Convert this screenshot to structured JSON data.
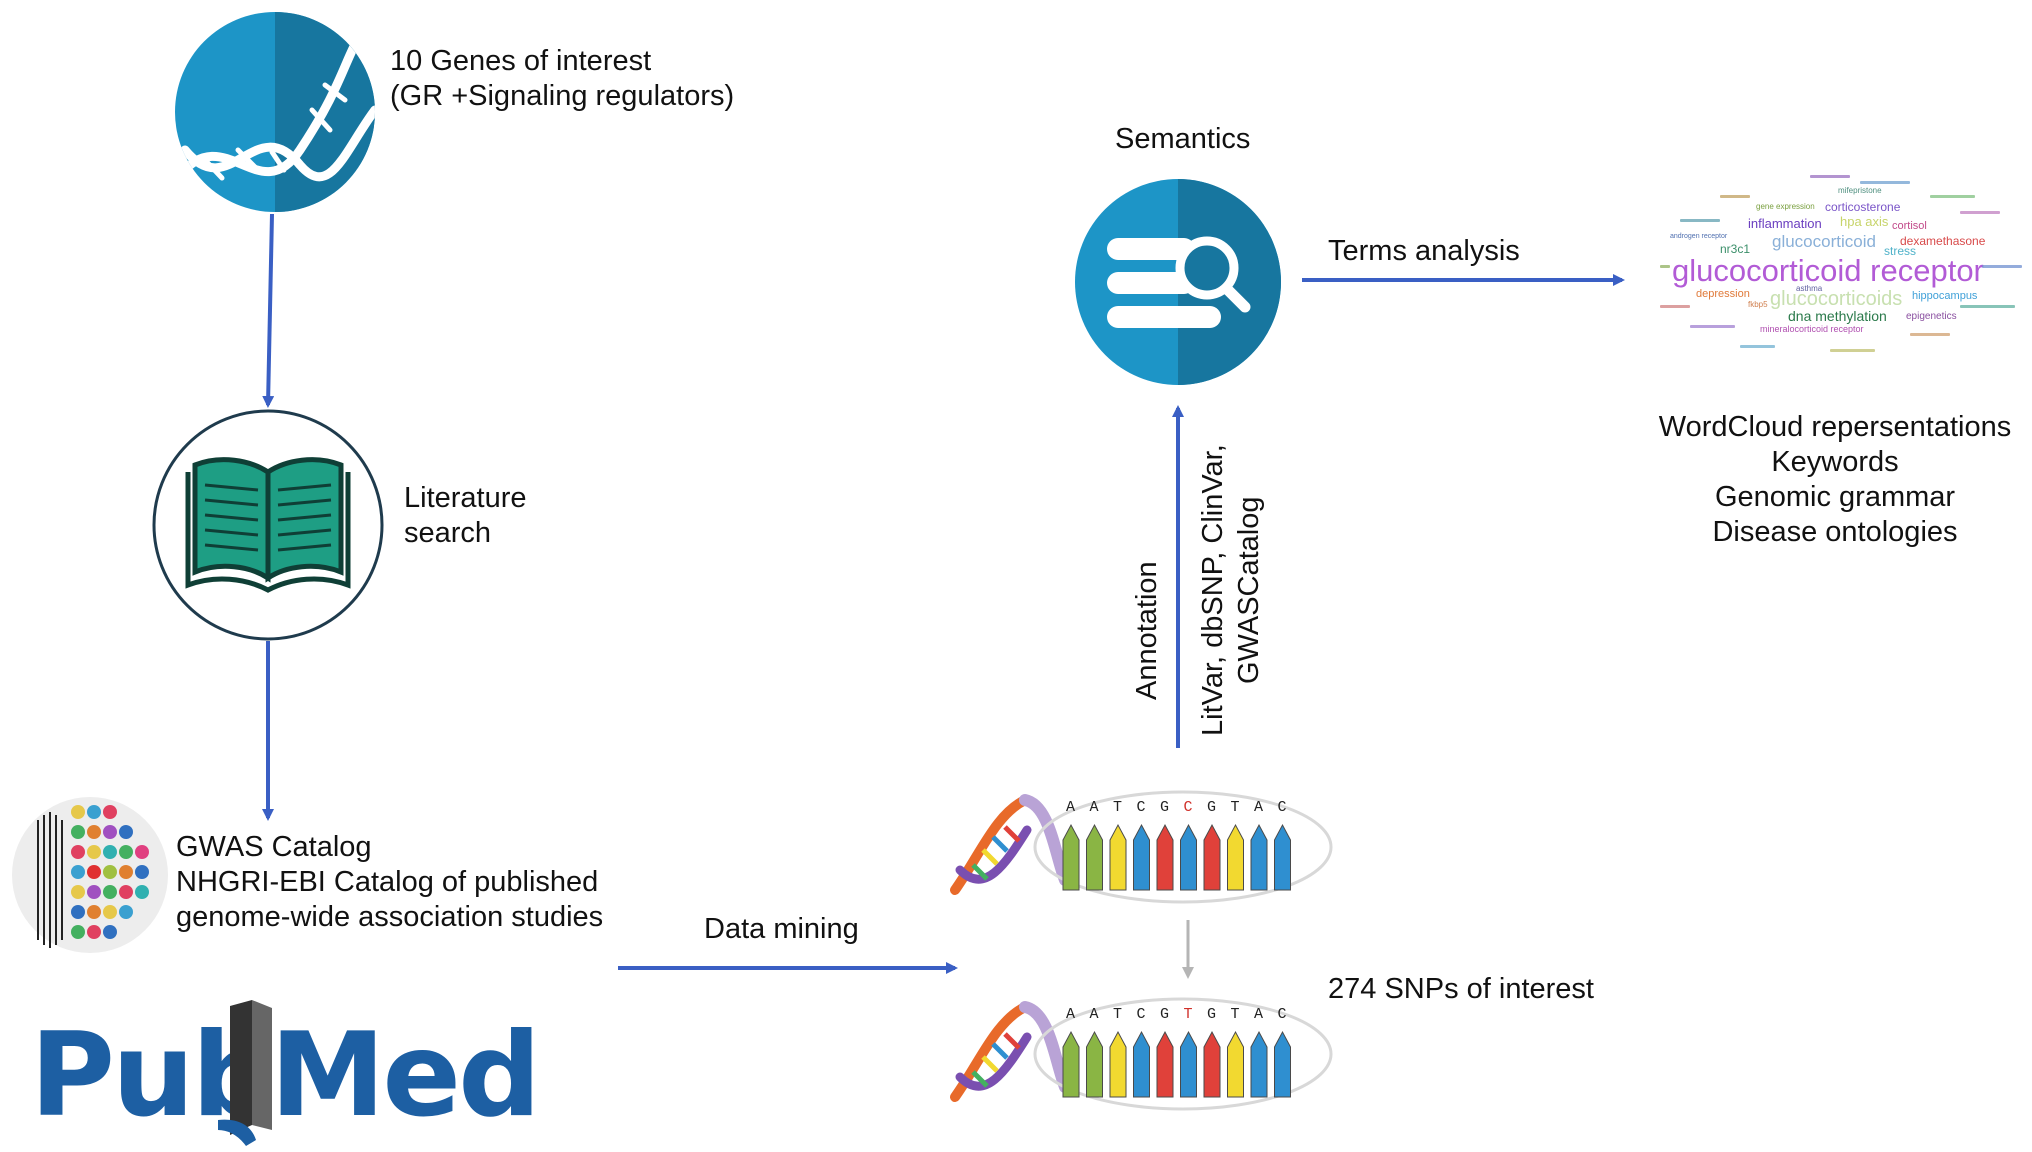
{
  "nodes": {
    "genes": {
      "line1": "10 Genes of interest",
      "line2": "(GR +Signaling regulators)"
    },
    "literature": {
      "line1": "Literature",
      "line2": "search"
    },
    "gwas": {
      "line1": "GWAS Catalog",
      "line2": "NHGRI-EBI Catalog of published",
      "line3": "genome-wide association studies"
    },
    "semantics": {
      "title": "Semantics"
    },
    "snps": {
      "label": "274 SNPs of interest"
    },
    "outputs": {
      "line1": "WordCloud repersentations",
      "line2": "Keywords",
      "line3": "Genomic grammar",
      "line4": "Disease ontologies"
    }
  },
  "edges": {
    "data_mining": "Data mining",
    "terms_analysis": "Terms analysis",
    "annotation": "Annotation",
    "annotation_sources_1": "LitVar, dbSNP, ClinVar,",
    "annotation_sources_2": "GWASCatalog"
  },
  "logo": {
    "pub": "Pub",
    "med": "Med"
  },
  "sequences": {
    "reference": [
      "A",
      "A",
      "T",
      "C",
      "G",
      "C",
      "G",
      "T",
      "A",
      "C"
    ],
    "variant": [
      "A",
      "A",
      "T",
      "C",
      "G",
      "T",
      "G",
      "T",
      "A",
      "C"
    ],
    "highlight_index": 5
  },
  "wordcloud": {
    "words": [
      {
        "text": "glucocorticoid receptor",
        "color": "#b25bd6"
      },
      {
        "text": "glucocorticoids",
        "color": "#c8e0b0"
      },
      {
        "text": "glucocorticoid",
        "color": "#8ab0d8"
      },
      {
        "text": "corticosterone",
        "color": "#7a55c8"
      },
      {
        "text": "inflammation",
        "color": "#6b3fc0"
      },
      {
        "text": "hpa axis",
        "color": "#c7d46a"
      },
      {
        "text": "cortisol",
        "color": "#c24a8a"
      },
      {
        "text": "dexamethasone",
        "color": "#d84a4a"
      },
      {
        "text": "nr3c1",
        "color": "#3b8f6a"
      },
      {
        "text": "stress",
        "color": "#4fb2c9"
      },
      {
        "text": "depression",
        "color": "#e07a3a"
      },
      {
        "text": "hippocampus",
        "color": "#3fa0d8"
      },
      {
        "text": "dna methylation",
        "color": "#2b7a4b"
      },
      {
        "text": "epigenetics",
        "color": "#8a4fa0"
      },
      {
        "text": "asthma",
        "color": "#6060a0"
      },
      {
        "text": "mineralocorticoid receptor",
        "color": "#b04fb0"
      },
      {
        "text": "gene expression",
        "color": "#7aa040"
      },
      {
        "text": "androgen receptor",
        "color": "#5070b0"
      },
      {
        "text": "fkbp5",
        "color": "#d08050"
      },
      {
        "text": "mifepristone",
        "color": "#509080"
      }
    ]
  },
  "colors": {
    "arrow": "#3a5fc4",
    "circle_light": "#1d95c7",
    "circle_dark": "#17769f",
    "book": "#1e9e84",
    "pubmed_blue": "#1d5fa3",
    "highlight_red": "#d0302a"
  }
}
